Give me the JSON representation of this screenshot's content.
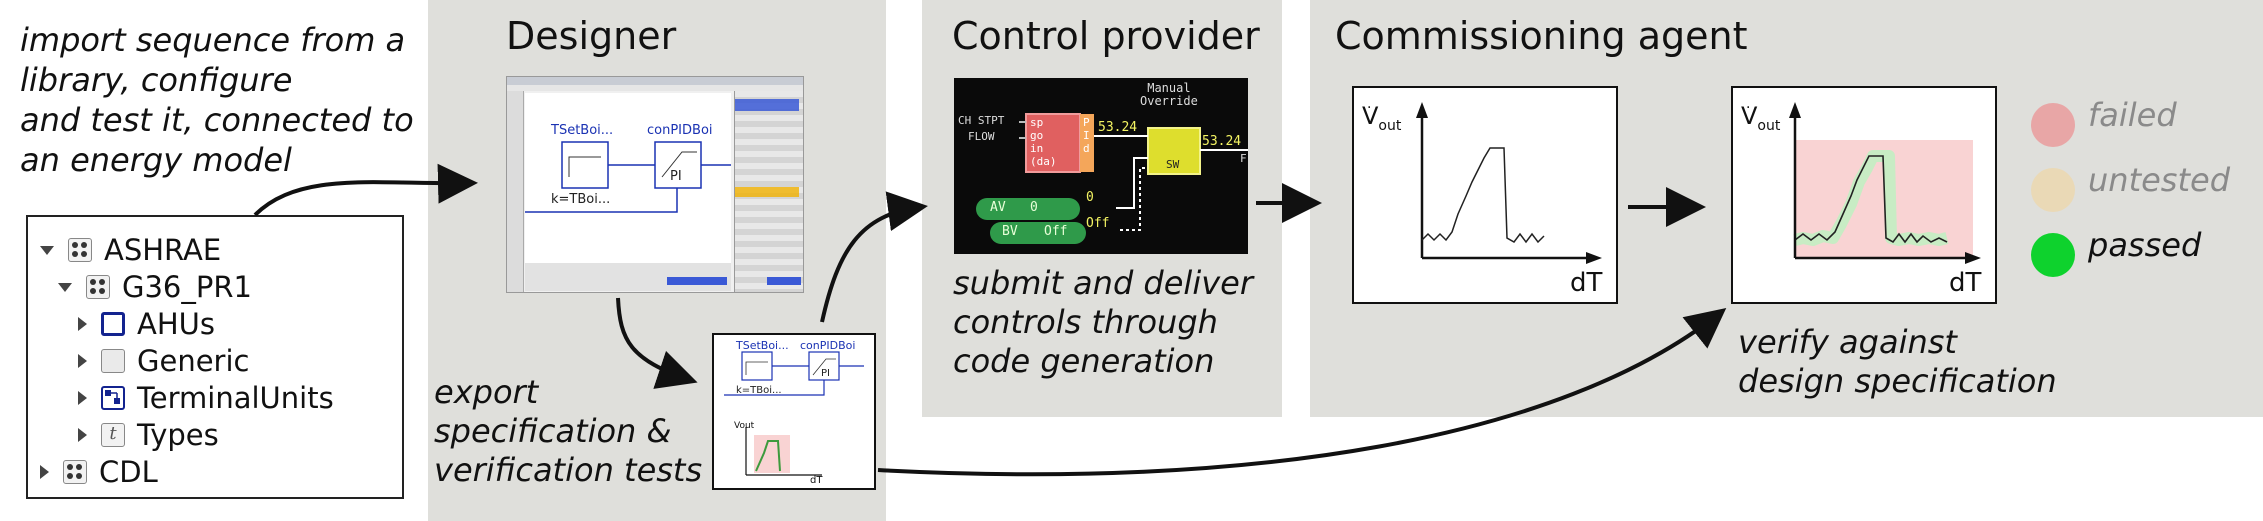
{
  "intro": {
    "lines": [
      "import sequence from a",
      "library, configure",
      "and test it, connected to",
      "an energy model"
    ]
  },
  "tree": {
    "items": [
      {
        "label": "ASHRAE",
        "icon": "library-icon"
      },
      {
        "label": "G36_PR1",
        "icon": "library-icon"
      },
      {
        "label": "AHUs",
        "icon": "ahu-package-icon"
      },
      {
        "label": "Generic",
        "icon": "generic-package-icon"
      },
      {
        "label": "TerminalUnits",
        "icon": "terminal-units-icon"
      },
      {
        "label": "Types",
        "icon": "types-icon"
      },
      {
        "label": "CDL",
        "icon": "library-icon"
      }
    ]
  },
  "designer": {
    "title": "Designer",
    "export_lines": [
      "export",
      "specification &",
      "verification tests"
    ],
    "block_labels": {
      "setpoint": "TSetBoi...",
      "pid": "conPIDBoi",
      "pi": "PI",
      "gain": "k=TBoi..."
    },
    "mini_block_labels": {
      "setpoint": "TSetBoi...",
      "pid": "conPIDBoi",
      "pi": "PI",
      "gain": "k=TBoi..."
    },
    "mini_plot": {
      "ylabel": "Vout",
      "xlabel": "dT"
    }
  },
  "control_provider": {
    "title": "Control provider",
    "lines": [
      "submit and deliver",
      "controls through",
      "code generation"
    ],
    "labels": {
      "in1": "CH STPT",
      "in2": "FLOW",
      "pid_text": "sp\ngo\nin\n(da)",
      "pid_side": "P\nI\nd",
      "value1": "53.24",
      "override_title": "Manual\nOverride",
      "sw": "SW",
      "value2": "53.24",
      "out": "F",
      "av_label": "AV",
      "av_value": "0",
      "av_out": "0",
      "bv_label": "BV",
      "bv_value": "Off",
      "bv_out": "Off"
    }
  },
  "commissioning": {
    "title": "Commissioning agent",
    "verify_lines": [
      "verify against",
      "design specification"
    ],
    "plot_ylabel": "V",
    "plot_ysub": "out",
    "plot_xlabel": "dT",
    "legend": [
      {
        "label": "failed",
        "color": "#e8a6a6"
      },
      {
        "label": "untested",
        "color": "#ead9b6"
      },
      {
        "label": "passed",
        "color": "#0ed22d"
      }
    ]
  },
  "colors": {
    "panel": "#dfdfdb",
    "accent_blue": "#1a32b3",
    "fail_band": "#f9d3d3",
    "pass_band": "#c8ecc4"
  }
}
